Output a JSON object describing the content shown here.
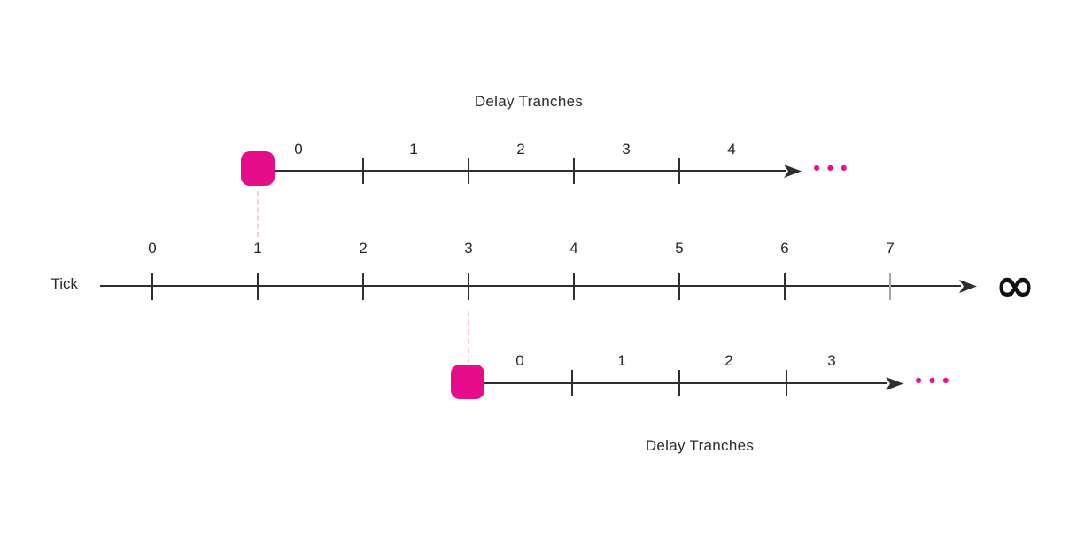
{
  "colors": {
    "accent_pink": "#e60d8a",
    "ellipsis_pink": "#ee0e88",
    "dash_pink": "#f8c9df",
    "line_dark": "#2e2e2e",
    "muted_tick_grey": "#a5a5a5",
    "text": "#2b2b2b",
    "background": "#ffffff"
  },
  "top_tranche": {
    "title": "Delay Tranches",
    "tick_labels": [
      "0",
      "1",
      "2",
      "3",
      "4"
    ],
    "ellipsis": "•••",
    "anchored_at_tick": "1"
  },
  "main_line": {
    "label": "Tick",
    "tick_labels": [
      "0",
      "1",
      "2",
      "3",
      "4",
      "5",
      "6",
      "7"
    ],
    "end_symbol": "∞"
  },
  "bottom_tranche": {
    "title": "Delay Tranches",
    "tick_labels": [
      "0",
      "1",
      "2",
      "3"
    ],
    "ellipsis": "•••",
    "anchored_at_tick": "3"
  }
}
